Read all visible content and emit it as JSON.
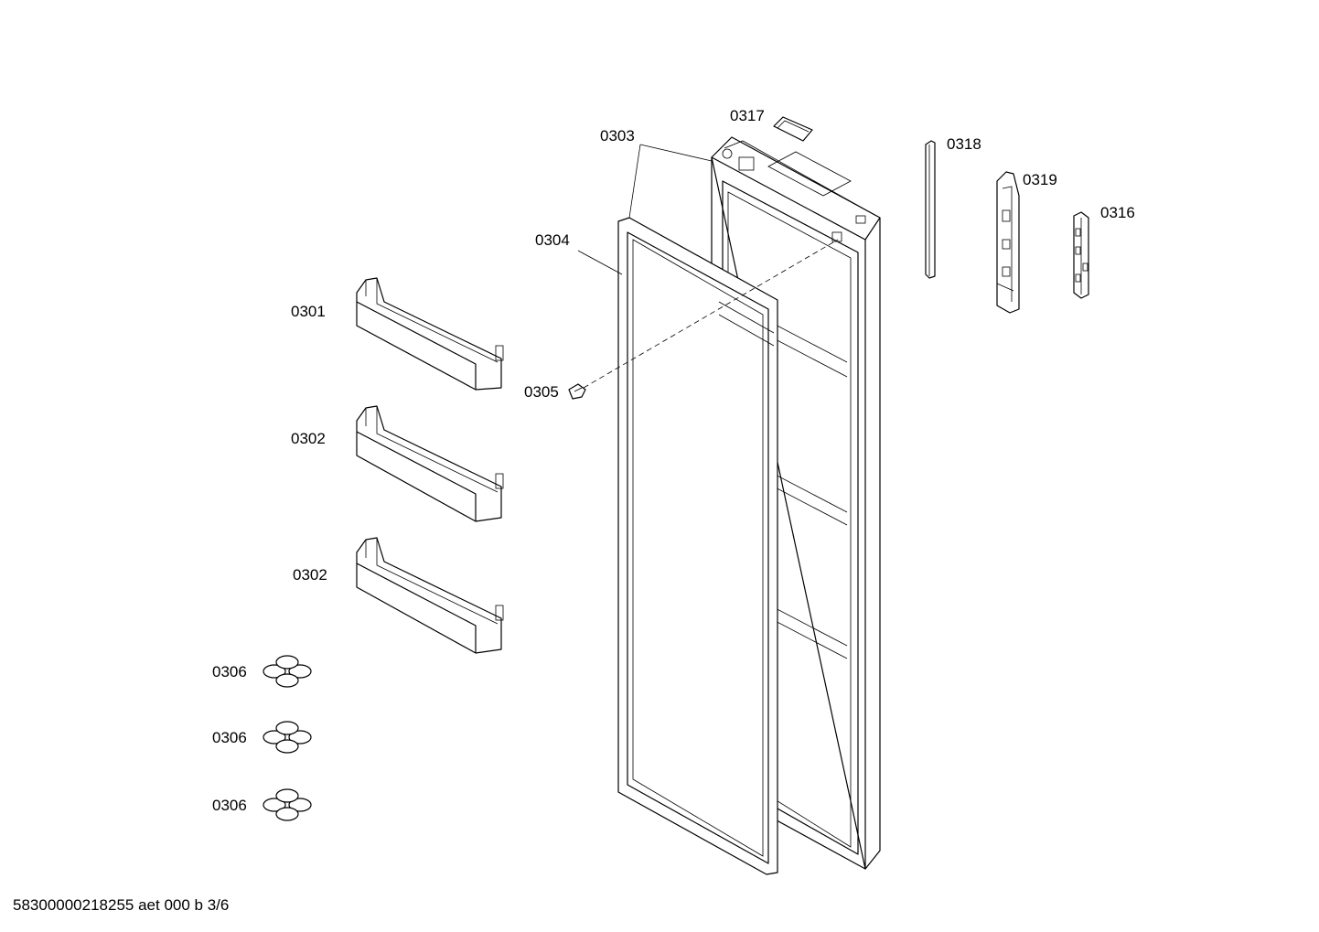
{
  "labels": {
    "p0301": "0301",
    "p0302a": "0302",
    "p0302b": "0302",
    "p0303": "0303",
    "p0304": "0304",
    "p0305": "0305",
    "p0306a": "0306",
    "p0306b": "0306",
    "p0306c": "0306",
    "p0316": "0316",
    "p0317": "0317",
    "p0318": "0318",
    "p0319": "0319"
  },
  "footer": {
    "doc_id": "58300000218255 aet 000 b 3/6"
  }
}
